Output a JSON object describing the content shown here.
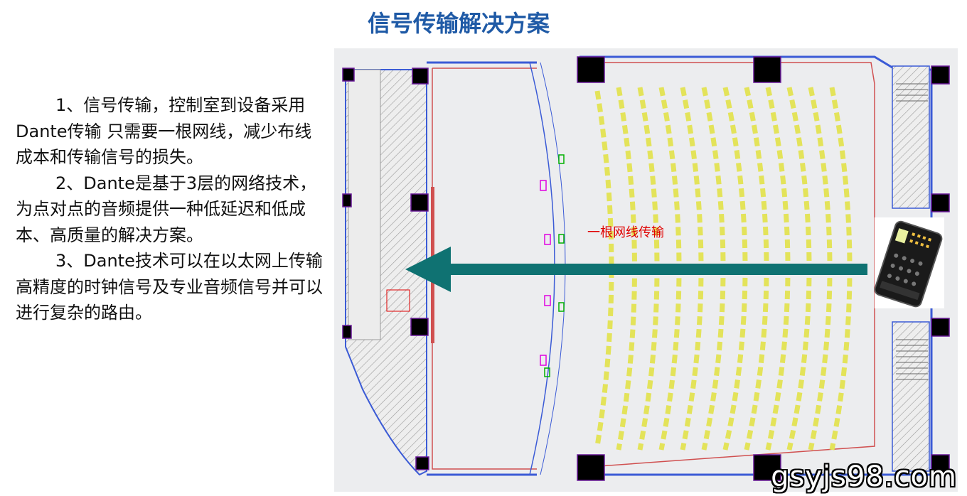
{
  "title": "信号传输解决方案",
  "points": [
    "1、信号传输，控制室到设备采用Dante传输 只需要一根网线，减少布线成本和传输信号的损失。",
    "2、Dante是基于3层的网络技术，为点对点的音频提供一种低延迟和低成本、高质量的解决方案。",
    "3、Dante技术可以在以太网上传输高精度的时钟信号及专业音频信号并可以进行复杂的路由。"
  ],
  "plan": {
    "arrow_label": "一根网线传输",
    "colors": {
      "arrow": "#0f7272",
      "label": "#e00000",
      "wall": "#3b5bd6",
      "seat": "#e3e35a",
      "hatch": "#9b9b9b",
      "magenta": "#e000e0",
      "green": "#00b000",
      "background": "#ecedef"
    },
    "device_icon": "dante-console-image"
  },
  "watermark": "gsyjs98.com"
}
